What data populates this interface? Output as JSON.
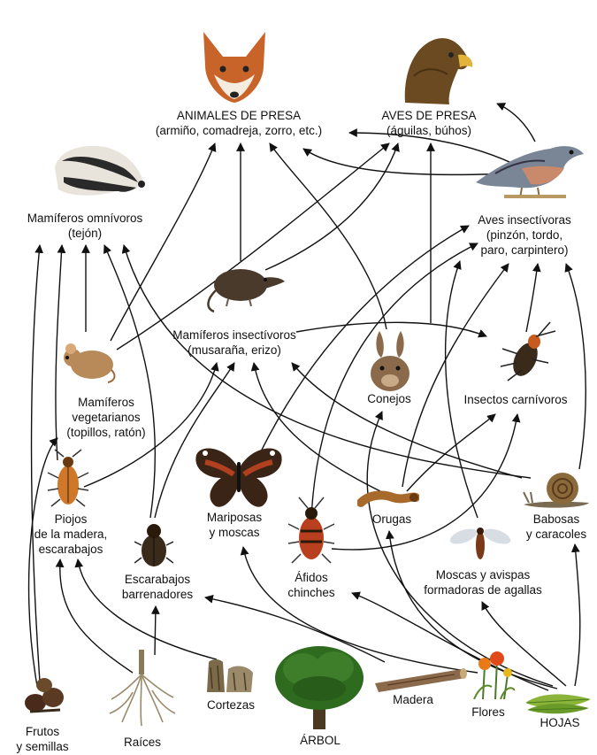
{
  "nodes": {
    "animales_presa": {
      "line1": "ANIMALES DE PRESA",
      "line2": "(armiño, comadreja, zorro, etc.)"
    },
    "aves_presa": {
      "line1": "AVES DE PRESA",
      "line2": "(águilas, búhos)"
    },
    "mamiferos_omnivoros": {
      "line1": "Mamíferos omnívoros",
      "line2": "(tejón)"
    },
    "aves_insectivoras": {
      "line1": "Aves insectívoras",
      "line2": "(pinzón, tordo,",
      "line3": "paro, carpintero)"
    },
    "mamiferos_insectivoros": {
      "line1": "Mamíferos insectívoros",
      "line2": "(musaraña, erizo)"
    },
    "conejos": {
      "line1": "Conejos"
    },
    "insectos_carnivoros": {
      "line1": "Insectos carnívoros"
    },
    "mamiferos_vegetarianos": {
      "line1": "Mamíferos",
      "line2": "vegetarianos",
      "line3": "(topillos, ratón)"
    },
    "mariposas": {
      "line1": "Mariposas",
      "line2": "y moscas"
    },
    "orugas": {
      "line1": "Orugas"
    },
    "babosas": {
      "line1": "Babosas",
      "line2": "y caracoles"
    },
    "piojos": {
      "line1": "Piojos",
      "line2": "de la madera,",
      "line3": "escarabajos"
    },
    "escarabajos_barrenadores": {
      "line1": "Escarabajos",
      "line2": "barrenadores"
    },
    "afidos": {
      "line1": "Áfidos",
      "line2": "chinches"
    },
    "moscas_avispas": {
      "line1": "Moscas y avispas",
      "line2": "formadoras de agallas"
    },
    "frutos": {
      "line1": "Frutos",
      "line2": "y semillas"
    },
    "raices": {
      "line1": "Raíces"
    },
    "cortezas": {
      "line1": "Cortezas"
    },
    "arbol": {
      "line1": "ÁRBOL"
    },
    "madera": {
      "line1": "Madera"
    },
    "flores": {
      "line1": "Flores"
    },
    "hojas": {
      "line1": "HOJAS"
    }
  },
  "colors": {
    "arrow": "#111111",
    "fox": "#c8642a",
    "eagle": "#6b4a22",
    "badger": "#2a2a2a",
    "bird": "#7a8696",
    "shrew": "#4a3a2c",
    "rabbit": "#8a6a4a",
    "beetle": "#3a2a1a",
    "butterfly": "#b0401e",
    "tree": "#2e6b1f",
    "snail": "#8a6a3a"
  }
}
